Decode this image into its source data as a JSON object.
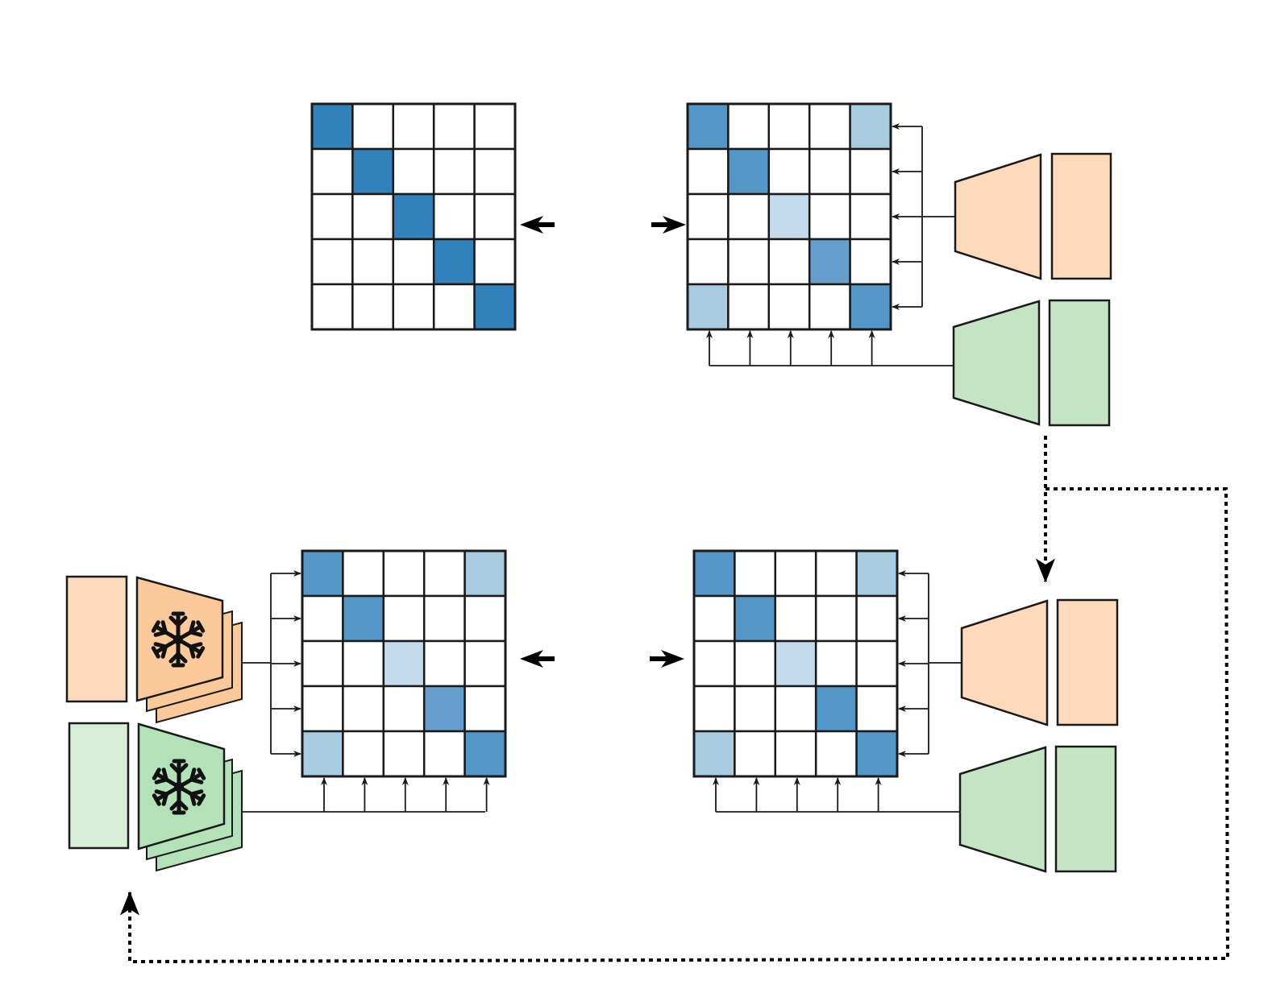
{
  "colors": {
    "background": "#ffffff",
    "line": "#1a1a1a",
    "blue_strong": "#3181bd",
    "blue_medium": "#5397c8",
    "blue_mid_light": "#659fcf",
    "blue_light": "#a9cbe2",
    "blue_pale": "#c3dbec",
    "orange_fill": "#fddabb",
    "orange_frozen": "#fcc99b",
    "green_fill": "#c5e4c4",
    "green_pale": "#d6eed6",
    "green_frozen": "#b3e2b8"
  },
  "icons": {
    "frozen": "snowflake-icon"
  },
  "matrices": [
    {
      "name": "target-matrix",
      "size": 5,
      "cells": [
        [
          "blue_strong",
          "",
          "",
          "",
          ""
        ],
        [
          "",
          "blue_strong",
          "",
          "",
          ""
        ],
        [
          "",
          "",
          "blue_strong",
          "",
          ""
        ],
        [
          "",
          "",
          "",
          "blue_strong",
          ""
        ],
        [
          "",
          "",
          "",
          "",
          "blue_strong"
        ]
      ]
    },
    {
      "name": "similarity-matrix-top",
      "size": 5,
      "cells": [
        [
          "blue_medium",
          "",
          "",
          "",
          "blue_light"
        ],
        [
          "",
          "blue_medium",
          "",
          "",
          ""
        ],
        [
          "",
          "",
          "blue_pale",
          "",
          ""
        ],
        [
          "",
          "",
          "",
          "blue_mid_light",
          ""
        ],
        [
          "blue_light",
          "",
          "",
          "",
          "blue_medium"
        ]
      ]
    },
    {
      "name": "similarity-matrix-bottom-left",
      "size": 5,
      "cells": [
        [
          "blue_medium",
          "",
          "",
          "",
          "blue_light"
        ],
        [
          "",
          "blue_medium",
          "",
          "",
          ""
        ],
        [
          "",
          "",
          "blue_pale",
          "",
          ""
        ],
        [
          "",
          "",
          "",
          "blue_mid_light",
          ""
        ],
        [
          "blue_light",
          "",
          "",
          "",
          "blue_medium"
        ]
      ]
    },
    {
      "name": "similarity-matrix-bottom-right",
      "size": 5,
      "cells": [
        [
          "blue_medium",
          "",
          "",
          "",
          "blue_light"
        ],
        [
          "",
          "blue_medium",
          "",
          "",
          ""
        ],
        [
          "",
          "",
          "blue_pale",
          "",
          ""
        ],
        [
          "",
          "",
          "",
          "blue_medium",
          ""
        ],
        [
          "blue_light",
          "",
          "",
          "",
          "blue_medium"
        ]
      ]
    }
  ]
}
